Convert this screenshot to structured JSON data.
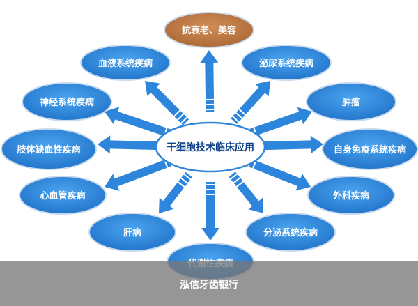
{
  "center": {
    "label": "干细胞技术临床应用"
  },
  "nodes": [
    {
      "id": "anti-aging",
      "label": "抗衰老、美容",
      "color": "#bf7a45"
    },
    {
      "id": "blood",
      "label": "血液系统疾病",
      "color": "#2f86d9"
    },
    {
      "id": "urinary",
      "label": "泌尿系统疾病",
      "color": "#2f86d9"
    },
    {
      "id": "nervous",
      "label": "神经系统疾病",
      "color": "#2f86d9"
    },
    {
      "id": "tumor",
      "label": "肿瘤",
      "color": "#2f86d9"
    },
    {
      "id": "limb-ischemia",
      "label": "肢体缺血性疾病",
      "color": "#2f86d9"
    },
    {
      "id": "autoimmune",
      "label": "自身免疫系统疾病",
      "color": "#2f86d9"
    },
    {
      "id": "cardio",
      "label": "心血管疾病",
      "color": "#2f86d9"
    },
    {
      "id": "surgery",
      "label": "外科疾病",
      "color": "#2f86d9"
    },
    {
      "id": "liver",
      "label": "肝病",
      "color": "#2f86d9"
    },
    {
      "id": "endocrine",
      "label": "分泌系统疾病",
      "color": "#2f86d9"
    },
    {
      "id": "metabolic",
      "label": "代谢性疾病",
      "color": "#2f86d9"
    }
  ],
  "caption": "泓信牙齿银行",
  "colors": {
    "arrow": "#2d86db",
    "center_fill": "#ffffff",
    "center_stroke": "#2d86db"
  }
}
